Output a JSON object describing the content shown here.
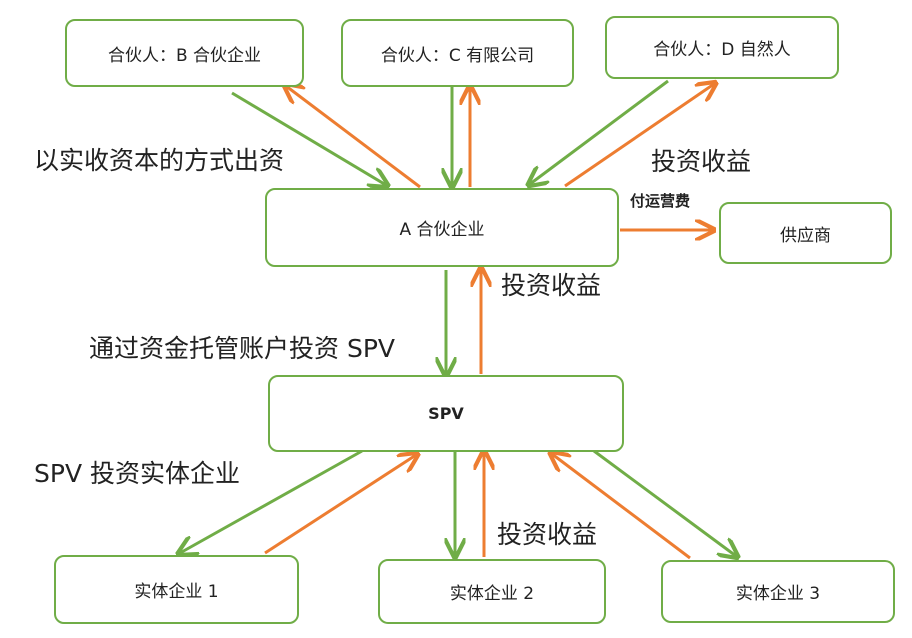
{
  "nodes": {
    "partner_b": "合伙人：B 合伙企业",
    "partner_c": "合伙人：C 有限公司",
    "partner_d": "合伙人：D 自然人",
    "a_partnership": "A 合伙企业",
    "supplier": "供应商",
    "spv": "SPV",
    "entity_1": "实体企业 1",
    "entity_2": "实体企业 2",
    "entity_3": "实体企业 3"
  },
  "labels": {
    "capital_contribution": "以实收资本的方式出资",
    "investment_return_top": "投资收益",
    "operating_fee": "付运营费",
    "investment_return_mid": "投资收益",
    "custody_account": "通过资金托管账户投资 SPV",
    "spv_invest": "SPV 投资实体企业",
    "investment_return_bottom": "投资收益"
  },
  "colors": {
    "node_border": "#70ad47",
    "green_arrow": "#70ad47",
    "orange_arrow": "#ed7d31"
  }
}
